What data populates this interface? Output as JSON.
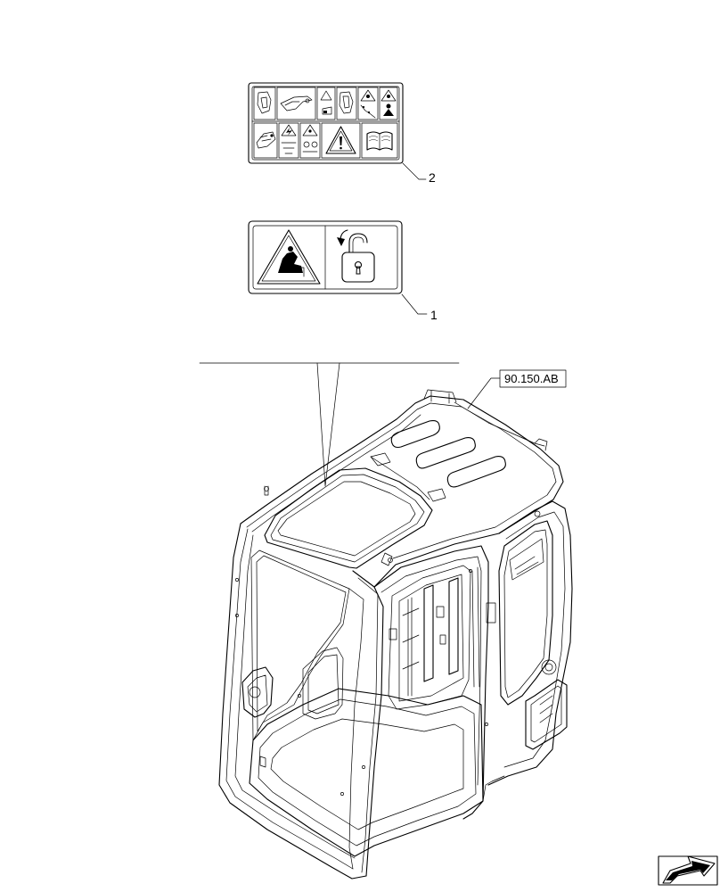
{
  "callouts": {
    "item_1": "1",
    "item_2": "2"
  },
  "reference": {
    "label": "90.150.AB"
  },
  "icons": {
    "decal_1_left": "crush-warning-icon",
    "decal_1_right": "padlock-unlock-icon",
    "decal_2_bottom_triangle": "warning-triangle-icon",
    "decal_2_bottom_book": "manual-book-icon",
    "nav_corner": "next-page-arrow-icon"
  }
}
